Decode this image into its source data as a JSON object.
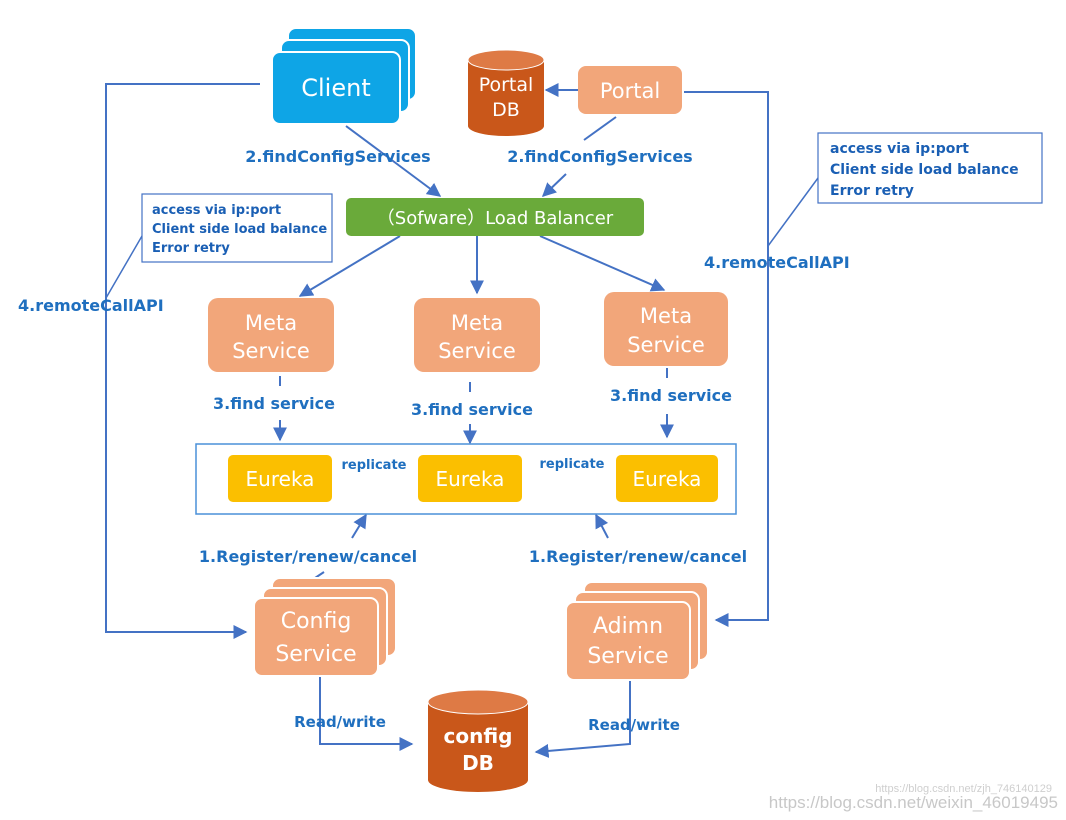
{
  "colors": {
    "client": "#0ea5e6",
    "orange": "#f2a67a",
    "db": "#c9571a",
    "balancer": "#6aaa3a",
    "eureka": "#fbbf00",
    "arrow": "#4472c4",
    "label": "#1f6fbf"
  },
  "nodes": {
    "client": "Client",
    "portal": "Portal",
    "portal_db_line1": "Portal",
    "portal_db_line2": "DB",
    "load_balancer": "（Sofware）Load Balancer",
    "meta_service_line1": "Meta",
    "meta_service_line2": "Service",
    "eureka": "Eureka",
    "config_service_line1": "Config",
    "config_service_line2": "Service",
    "admin_service_line1": "Adimn",
    "admin_service_line2": "Service",
    "config_db_line1": "config",
    "config_db_line2": "DB"
  },
  "labels": {
    "find_config_services": "2.findConfigServices",
    "find_service": "3.find service",
    "replicate": "replicate",
    "register": "1.Register/renew/cancel",
    "remote_call": "4.remoteCallAPI",
    "read_write": "Read/write"
  },
  "notes": {
    "line1": "access via ip:port",
    "line2": "Client side load balance",
    "line3": "Error retry"
  },
  "watermark": {
    "small": "https://blog.csdn.net/zjh_746140129",
    "large": "https://blog.csdn.net/weixin_46019495"
  }
}
